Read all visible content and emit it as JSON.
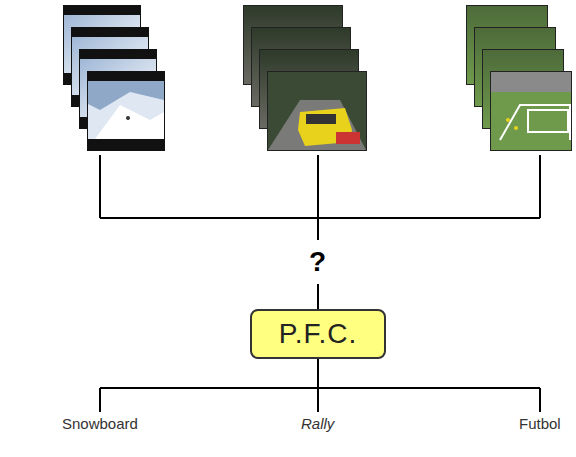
{
  "diagram": {
    "nodes": [
      {
        "text": [
          "P.F.C."
        ]
      }
    ],
    "labels": [
      "?",
      "Snowboard",
      "Rally",
      "Futbol"
    ]
  }
}
